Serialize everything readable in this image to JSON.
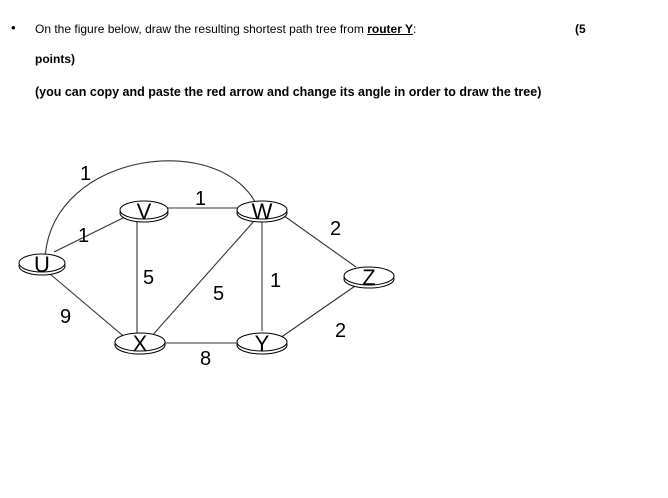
{
  "question": {
    "bullet": "•",
    "text_before": "On the figure  below,  draw  the resulting  shortest path  tree  from ",
    "router_label": "router Y",
    "text_after": ":",
    "points_open": "(5",
    "points_close": "points)",
    "hint": "(you can copy and paste the red arrow and change its angle in order to draw the tree)"
  },
  "graph": {
    "nodes": [
      "U",
      "V",
      "W",
      "X",
      "Y",
      "Z"
    ],
    "edges": [
      {
        "from": "U",
        "to": "V",
        "weight": "1"
      },
      {
        "from": "U",
        "to": "W",
        "weight": "1"
      },
      {
        "from": "U",
        "to": "X",
        "weight": "9"
      },
      {
        "from": "V",
        "to": "W",
        "weight": "1"
      },
      {
        "from": "V",
        "to": "X",
        "weight": "5"
      },
      {
        "from": "W",
        "to": "X",
        "weight": "5"
      },
      {
        "from": "W",
        "to": "Y",
        "weight": "1"
      },
      {
        "from": "W",
        "to": "Z",
        "weight": "2"
      },
      {
        "from": "X",
        "to": "Y",
        "weight": "8"
      },
      {
        "from": "Y",
        "to": "Z",
        "weight": "2"
      }
    ]
  }
}
